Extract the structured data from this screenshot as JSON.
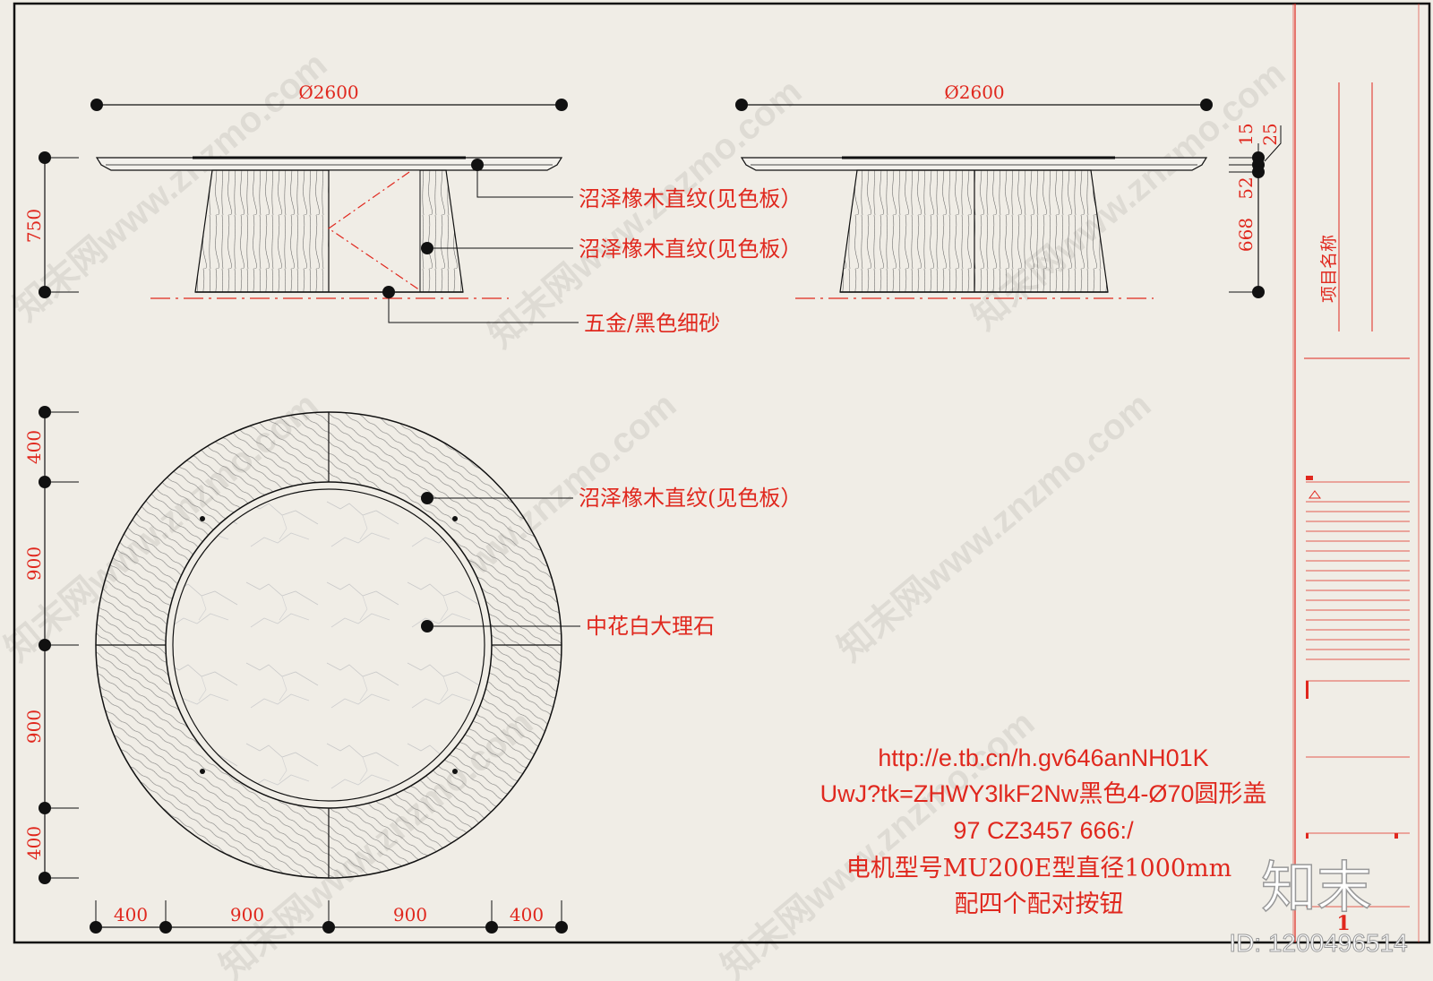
{
  "dimensions": {
    "elev1_width": "Ø2600",
    "elev2_width": "Ø2600",
    "overall_height": "750",
    "top_thickness_a": "15",
    "top_thickness_b": "25",
    "mid_height": "52",
    "base_height": "668",
    "plan_v": [
      "400",
      "900",
      "900",
      "400"
    ],
    "plan_h": [
      "400",
      "900",
      "900",
      "400"
    ]
  },
  "callouts": {
    "top_wood": "沼泽橡木直纹(见色板）",
    "base_wood": "沼泽橡木直纹(见色板）",
    "hardware": "五金/黑色细砂",
    "plan_wood": "沼泽橡木直纹(见色板）",
    "plan_marble": "中花白大理石"
  },
  "note": {
    "line1": "http://e.tb.cn/h.gv646anNH01K",
    "line2": "UwJ?tk=ZHWY3lkF2Nw黑色4-Ø70圆形盖",
    "line3": "97 CZ3457  666:/",
    "line4": "电机型号MU200E型直径1000mm",
    "line5": "配四个配对按钮"
  },
  "title_block": {
    "project_name": "项目名称",
    "sheet_number": "1"
  },
  "watermark": {
    "brand": "知末",
    "id": "ID: 1200496514",
    "site": "知末网www.znzmo.com"
  },
  "colors": {
    "annotation": "#e0281e",
    "line": "#111111",
    "paper": "#f0ede6"
  }
}
